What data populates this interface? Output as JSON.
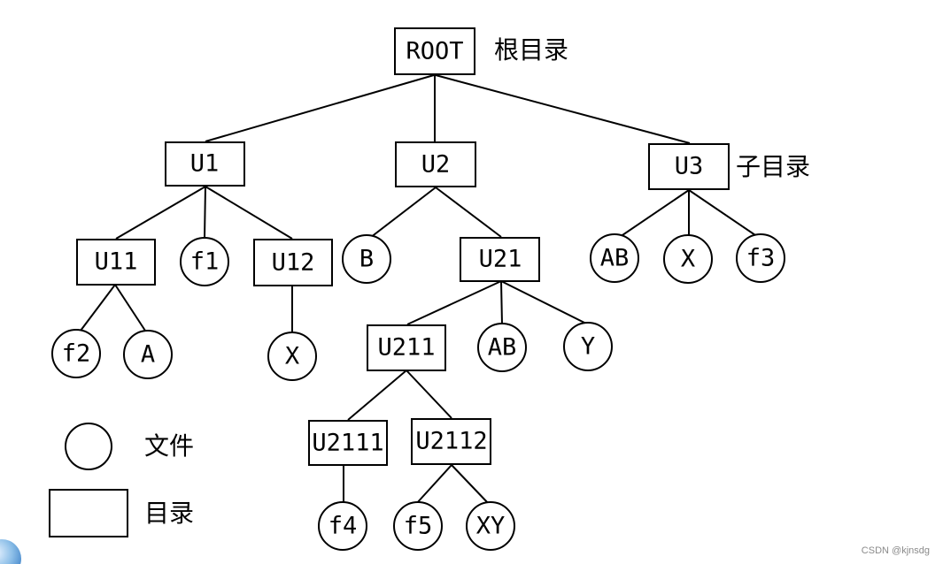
{
  "nodes": {
    "root": "ROOT",
    "u1": "U1",
    "u2": "U2",
    "u3": "U3",
    "u11": "U11",
    "f1": "f1",
    "u12": "U12",
    "b": "B",
    "u21": "U21",
    "ab_u3": "AB",
    "x_u3": "X",
    "f3": "f3",
    "f2": "f2",
    "a": "A",
    "x_u12": "X",
    "u211": "U211",
    "ab_u21": "AB",
    "y": "Y",
    "u2111": "U2111",
    "u2112": "U2112",
    "f4": "f4",
    "f5": "f5",
    "xy": "XY"
  },
  "labels": {
    "root_label": "根目录",
    "sub_label": "子目录"
  },
  "legend": {
    "file_label": "文件",
    "dir_label": "目录"
  },
  "watermark": "CSDN @kjnsdg",
  "colors": {
    "stroke": "#000000",
    "background": "#ffffff",
    "watermark": "#8a8a8a",
    "corner_decor": "#6aa6dd"
  }
}
